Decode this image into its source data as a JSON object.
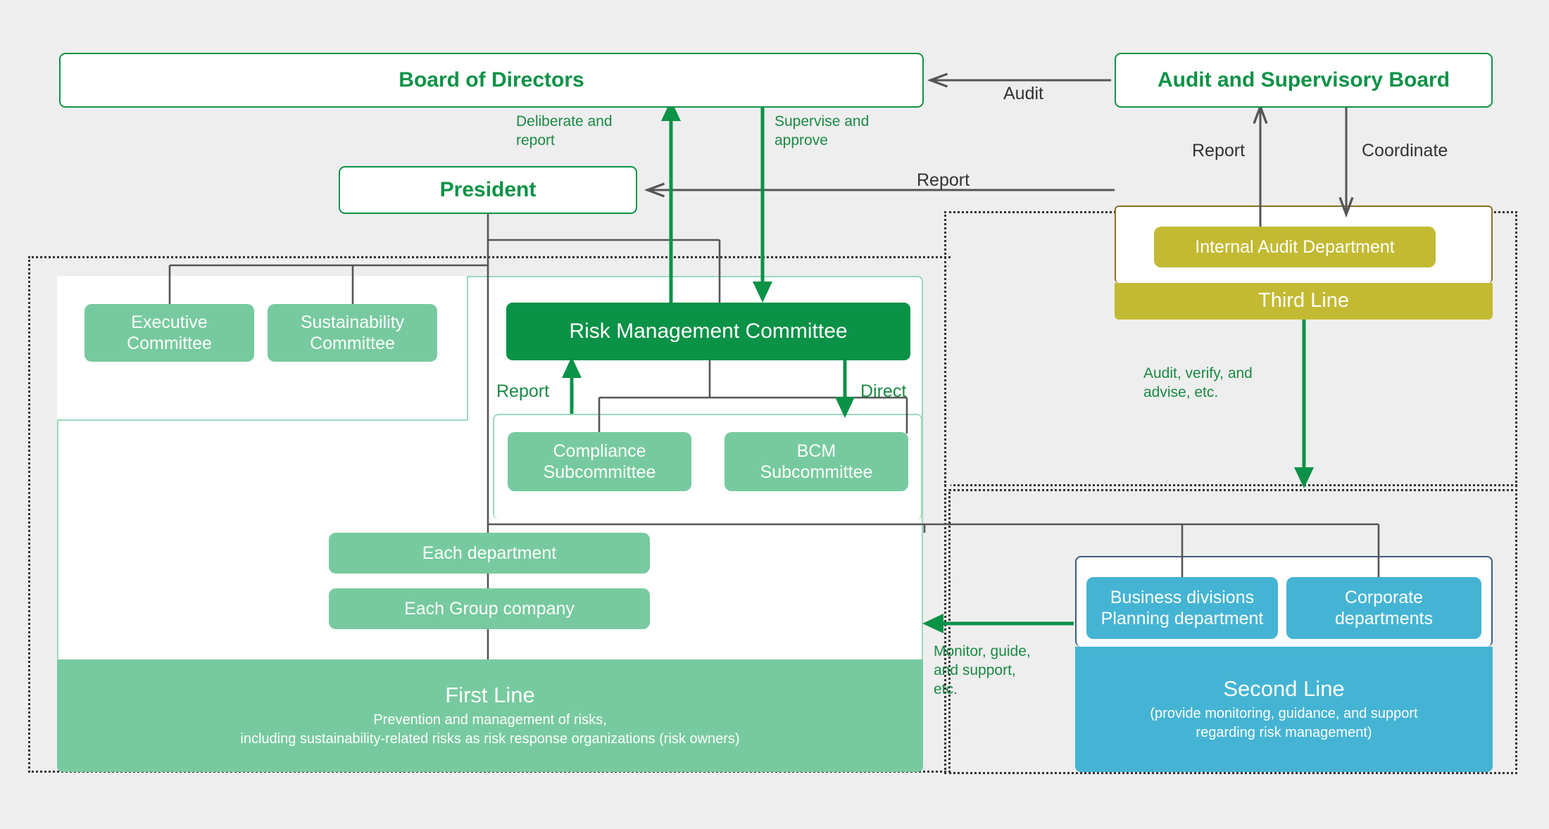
{
  "diagram": {
    "title": "Risk Management Structure",
    "background_color": "#eeeeee"
  },
  "colors": {
    "dark_green": "#0a9247",
    "mid_green": "#1a8a44",
    "light_green": "#77ca9f",
    "blue": "#45b4d4",
    "blue_border": "#3e5a82",
    "gold": "#c3ba33",
    "gold_border": "#8a6d2a",
    "line_gray": "#555555"
  },
  "nodes": {
    "board_of_directors": "Board of Directors",
    "audit_supervisory_board": "Audit and Supervisory Board",
    "president": "President",
    "risk_management_committee": "Risk Management Committee",
    "executive_committee": "Executive\nCommittee",
    "sustainability_committee": "Sustainability\nCommittee",
    "compliance_subcommittee": "Compliance\nSubcommittee",
    "bcm_subcommittee": "BCM\nSubcommittee",
    "each_department": "Each department",
    "each_group_company": "Each Group company",
    "internal_audit_department": "Internal Audit Department",
    "business_divisions": "Business divisions\nPlanning department",
    "corporate_departments": "Corporate\ndepartments"
  },
  "bands": {
    "first_line": {
      "title": "First Line",
      "subtitle": "Prevention and management of risks,\nincluding sustainability-related risks as risk response organizations (risk owners)"
    },
    "second_line": {
      "title": "Second Line",
      "subtitle": "(provide monitoring, guidance, and support\nregarding risk management)"
    },
    "third_line": {
      "title": "Third Line",
      "subtitle": ""
    }
  },
  "flow_labels": {
    "audit": "Audit",
    "deliberate_and_report": "Deliberate and\nreport",
    "supervise_and_approve": "Supervise and\napprove",
    "report_to_president": "Report",
    "report_to_asb": "Report",
    "coordinate": "Coordinate",
    "report_rmc": "Report",
    "direct": "Direct",
    "audit_verify_advise": "Audit, verify, and\nadvise, etc.",
    "monitor_guide_support": "Monitor, guide,\nand support,\netc."
  }
}
